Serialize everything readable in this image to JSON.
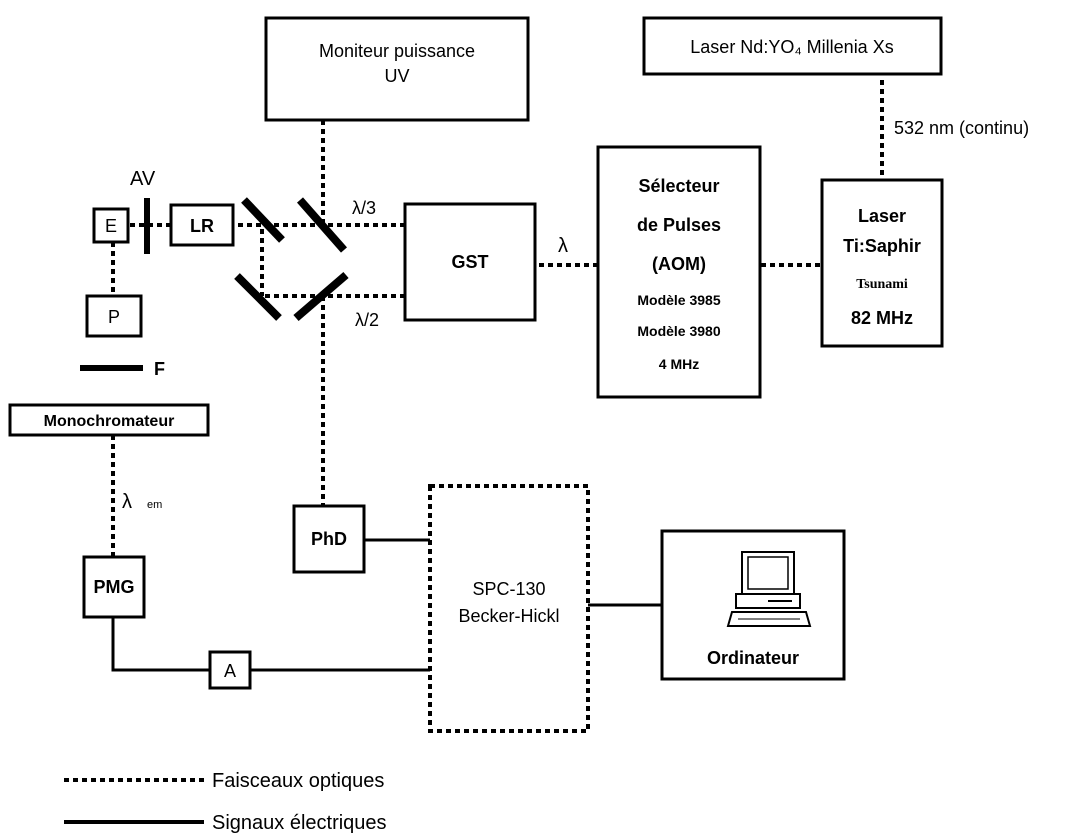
{
  "boxes": {
    "moniteur": [
      "Moniteur puissance",
      "UV"
    ],
    "laser_nd": "Laser Nd:YO₄ Millenia Xs",
    "selecteur": [
      "Sélecteur",
      "de Pulses",
      "(AOM)",
      "Modèle 3985",
      "Modèle 3980",
      "4 MHz"
    ],
    "laser_ti": [
      "Laser",
      "Ti:Saphir",
      "Tsunami",
      "82 MHz"
    ],
    "gst": "GST",
    "lr": "LR",
    "e": "E",
    "p": "P",
    "monochromateur": "Monochromateur",
    "pmg": "PMG",
    "phd": "PhD",
    "a": "A",
    "spc": [
      "SPC-130",
      "Becker-Hickl"
    ],
    "ordinateur": "Ordinateur"
  },
  "labels": {
    "av": "AV",
    "f": "F",
    "lambda3": "λ/3",
    "lambda2": "λ/2",
    "lambda": "λ",
    "lambda_em": "λ",
    "lambda_em_sub": "em",
    "nm532": "532 nm (continu)"
  },
  "legend": {
    "optical": "Faisceaux optiques",
    "electrical": "Signaux électriques"
  },
  "colors": {
    "laser_ti_fill": "#d9d9d9"
  }
}
